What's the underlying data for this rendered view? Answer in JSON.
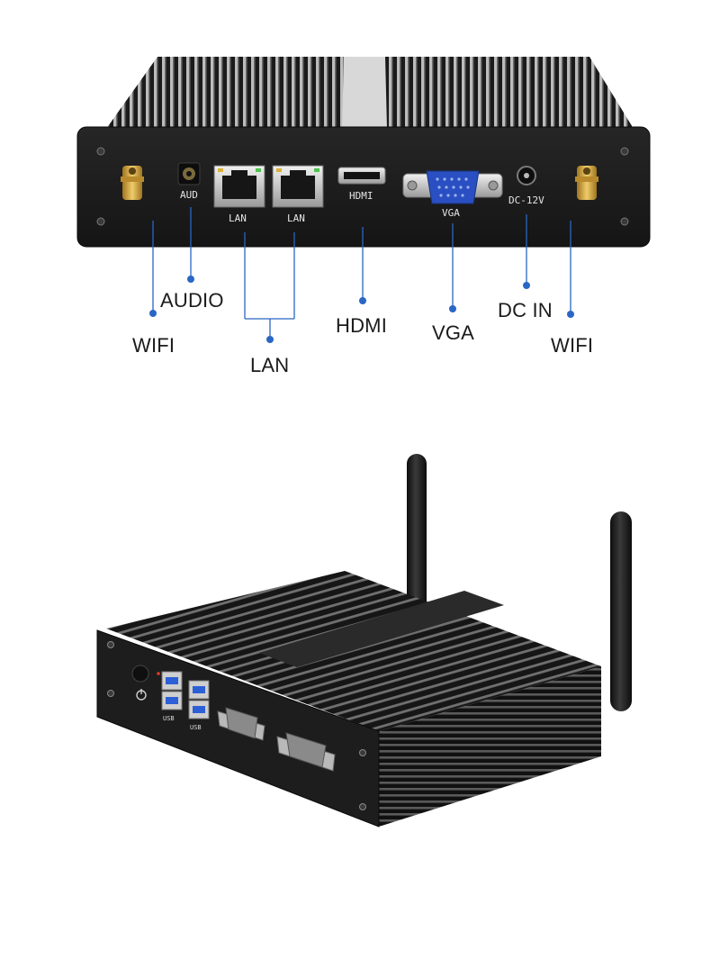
{
  "ports_rear": {
    "aud": "AUD",
    "lan1": "LAN",
    "lan2": "LAN",
    "hdmi": "HDMI",
    "vga": "VGA",
    "dc": "DC-12V"
  },
  "callouts": {
    "wifi_left": "WIFI",
    "audio": "AUDIO",
    "lan": "LAN",
    "hdmi": "HDMI",
    "vga": "VGA",
    "dc_in": "DC IN",
    "wifi_right": "WIFI"
  },
  "ports_front": {
    "usb1": "USB",
    "usb2": "USB"
  },
  "colors": {
    "callout_line": "#2a66c4",
    "chassis": "#141414",
    "panel": "#1c1c1c",
    "vga_blue": "#2a4fc2",
    "antenna_gold": "#d9a93a"
  }
}
